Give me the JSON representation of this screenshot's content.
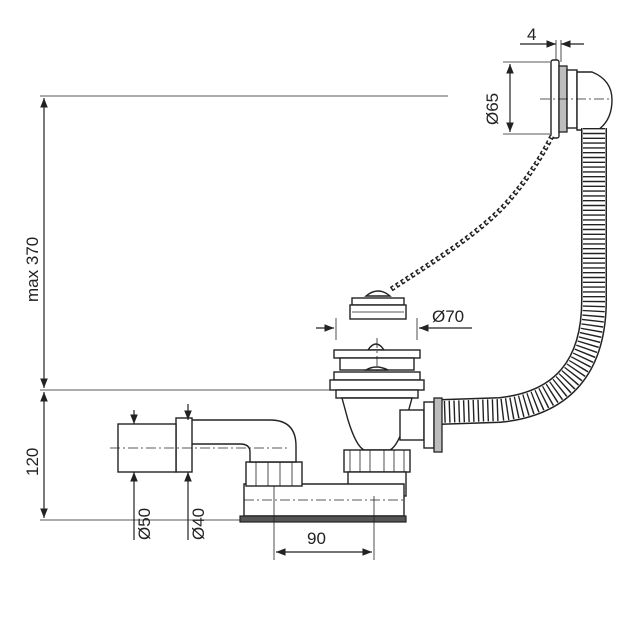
{
  "dimensions": {
    "overflow_thickness": "4",
    "overflow_diameter": "Ø65",
    "max_height": "max 370",
    "plug_diameter": "Ø70",
    "trap_height": "120",
    "outlet_diameter_outer": "Ø50",
    "outlet_diameter_inner": "Ø40",
    "waste_offset": "90"
  },
  "colors": {
    "line": "#222222",
    "fill": "#bdbdbd"
  }
}
